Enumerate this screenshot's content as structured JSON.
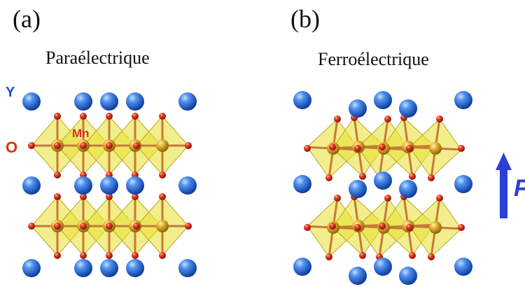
{
  "panels": [
    {
      "letter": "(a)",
      "title": "Paraélectrique"
    },
    {
      "letter": "(b)",
      "title": "Ferroélectrique"
    }
  ],
  "labels": {
    "yttrium": "Y",
    "oxygen": "O",
    "manganese": "Mn",
    "polarization": "P"
  },
  "colors": {
    "yttrium": "#2f6fd8",
    "oxygen": "#d82a12",
    "manganese": "#d9a520",
    "octahedra": "#e8e030",
    "arrow": "#2b3fd6",
    "label_red": "#d8321a",
    "label_blue": "#1f4fc8"
  }
}
